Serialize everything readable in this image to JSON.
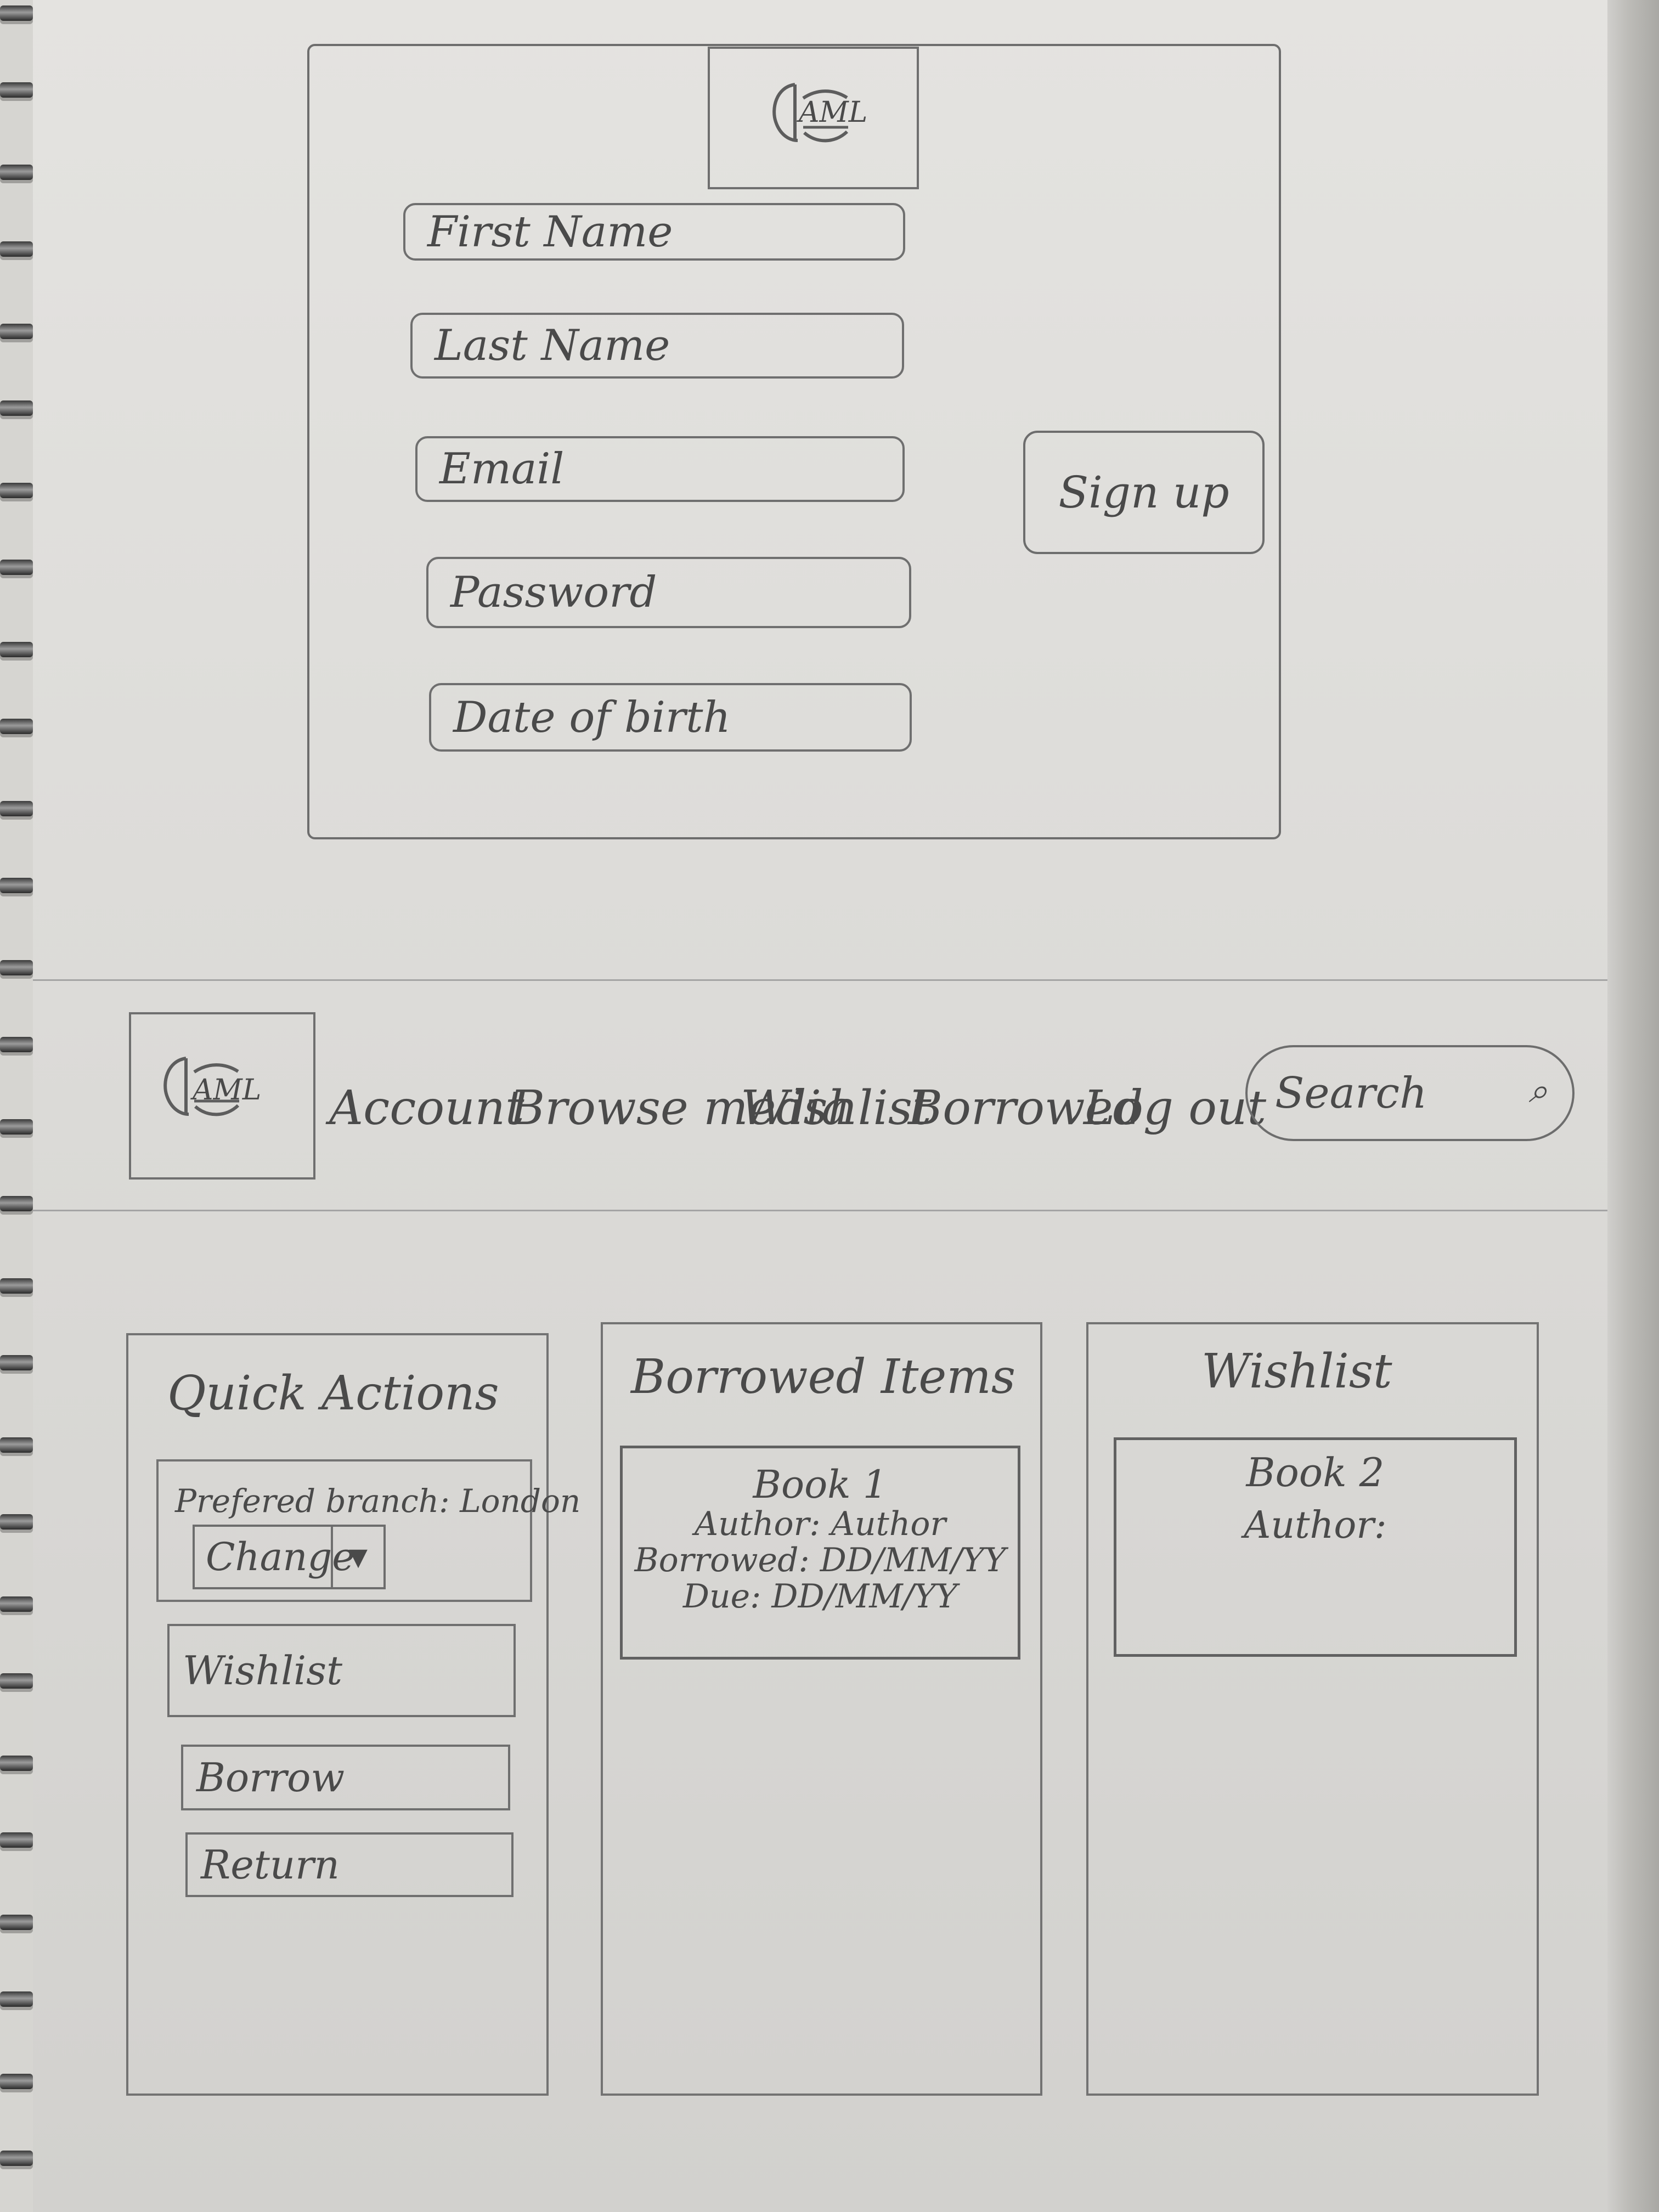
{
  "signup": {
    "logo_text": "AML",
    "fields": [
      "First Name",
      "Last Name",
      "Email",
      "Password",
      "Date of birth"
    ],
    "signup_button": "Sign up"
  },
  "dashboard": {
    "logo_text": "AML",
    "nav": [
      "Account",
      "Browse media",
      "Wishlist",
      "Borrowed",
      "Log out"
    ],
    "search_placeholder": "Search",
    "quick_actions": {
      "title": "Quick Actions",
      "preferred_branch": "Prefered branch: London",
      "change_label": "Change",
      "buttons": [
        "Wishlist",
        "Borrow",
        "Return"
      ]
    },
    "borrowed_items": {
      "title": "Borrowed Items",
      "item": {
        "title": "Book 1",
        "author": "Author: Author",
        "borrowed": "Borrowed: DD/MM/YY",
        "due": "Due: DD/MM/YY"
      }
    },
    "wishlist": {
      "title": "Wishlist",
      "item": {
        "title": "Book 2",
        "author": "Author:"
      }
    }
  }
}
